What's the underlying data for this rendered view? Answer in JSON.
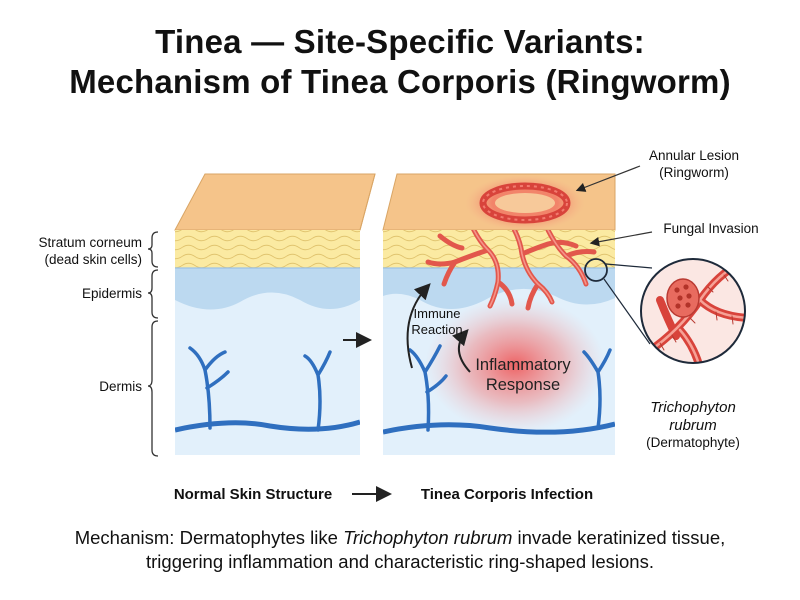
{
  "title": {
    "line1": "Tinea — Site-Specific Variants:",
    "line2": "Mechanism of Tinea Corporis (Ringworm)"
  },
  "labels": {
    "stratum_corneum": "Stratum corneum",
    "stratum_corneum_note": "(dead skin cells)",
    "epidermis": "Epidermis",
    "dermis": "Dermis",
    "annular_lesion": "Annular Lesion",
    "annular_lesion_note": "(Ringworm)",
    "fungal_invasion": "Fungal Invasion",
    "immune_line1": "Immune",
    "immune_line2": "Reaction",
    "inflam_line1": "Inflammatory",
    "inflam_line2": "Response",
    "organism_line1": "Trichophyton",
    "organism_line2": "rubrum",
    "organism_note": "(Dermatophyte)",
    "normal_skin": "Normal Skin Structure",
    "infection": "Tinea Corporis Infection"
  },
  "footer": {
    "line1_prefix": "Mechanism: Dermatophytes like ",
    "line1_italic": "Trichophyton rubrum",
    "line1_suffix": " invade keratinized tissue,",
    "line2": "triggering inflammation and characteristic ring-shaped lesions."
  },
  "colors": {
    "skin_top": "#f7c98e",
    "stratum": "#fbeaa2",
    "epidermis": "#bcd9f0",
    "dermis": "#e2f0fb",
    "vessel": "#2f6fbf",
    "hyphae": "#e2574c",
    "inflammation": "#f05a5a"
  }
}
